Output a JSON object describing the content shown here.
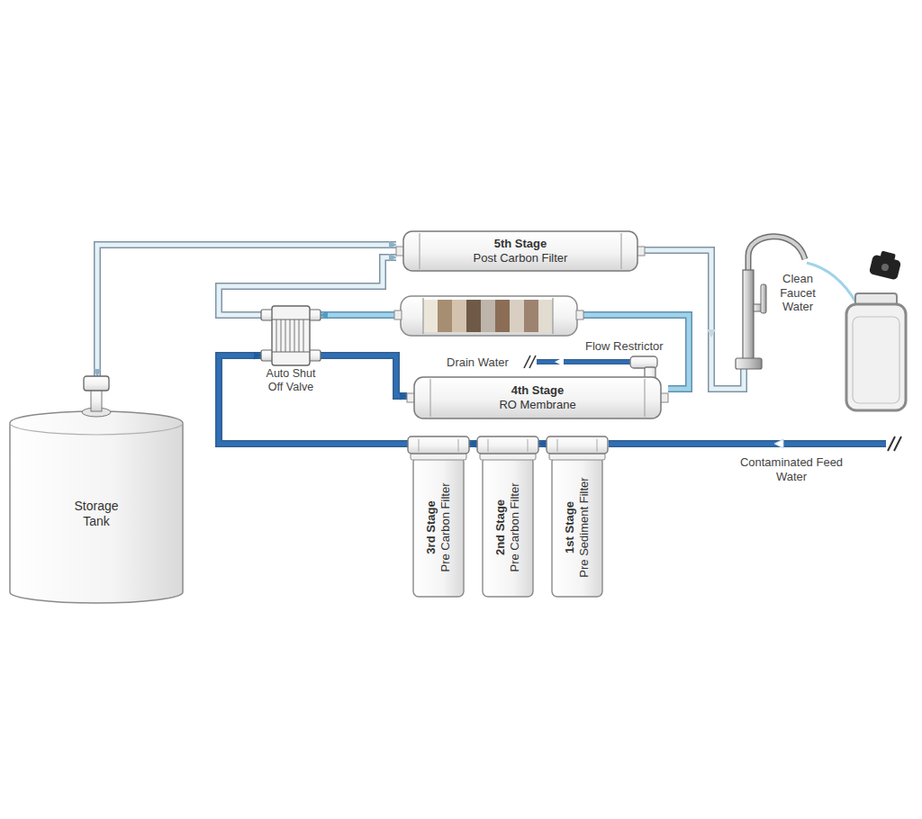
{
  "diagram": {
    "nodes": [
      {
        "text": [
          "5th Stage",
          "Post Carbon Filter"
        ]
      },
      {
        "text": [
          "Auto Shut Off Valve"
        ]
      },
      {
        "text": [
          "4th Stage",
          "RO Membrane"
        ]
      },
      {
        "text": [
          "Storage Tank"
        ]
      },
      {
        "text": [
          "3rd Stage",
          "Pre Carbon Filter"
        ]
      },
      {
        "text": [
          "2nd Stage",
          "Pre Carbon Filter"
        ]
      },
      {
        "text": [
          "1st Stage",
          "Pre Sediment Filter"
        ]
      }
    ],
    "edges": [
      {
        "from": 6,
        "to": 5,
        "arrow": "to"
      },
      {
        "from": 5,
        "to": 4,
        "arrow": "to"
      },
      {
        "from": 4,
        "to": 1,
        "arrow": "to"
      },
      {
        "from": 1,
        "to": 2,
        "arrow": "to"
      },
      {
        "from": 2,
        "to": 1,
        "arrow": "to"
      },
      {
        "from": 1,
        "to": 0,
        "arrow": "to"
      },
      {
        "from": 0,
        "to": 3,
        "arrow": "both"
      }
    ],
    "labels": [
      "Flow Restrictor",
      "Drain Water",
      "Clean Faucet Water",
      "Contaminated Feed Water"
    ]
  }
}
